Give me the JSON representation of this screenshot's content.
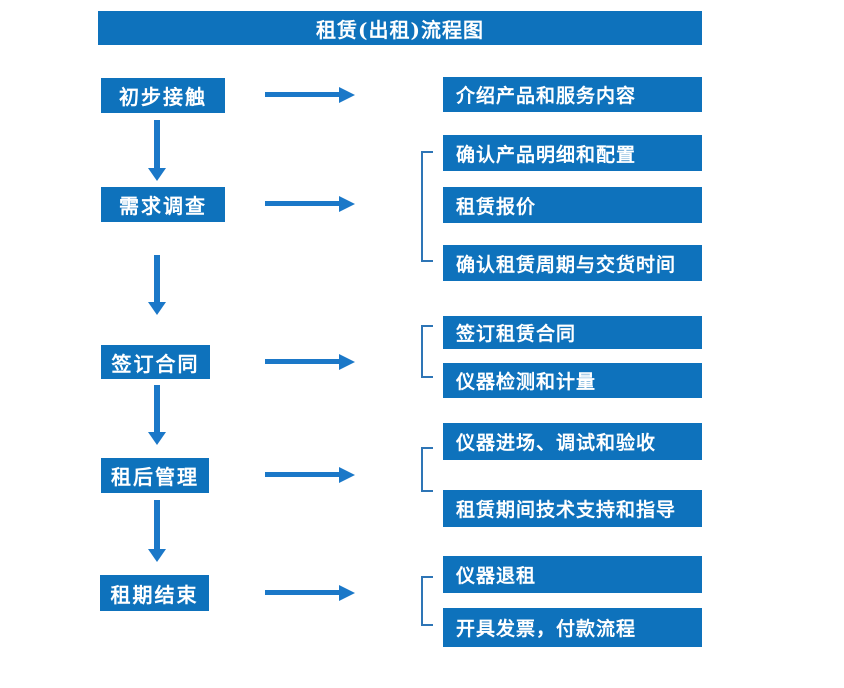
{
  "title": "租赁(出租)流程图",
  "colors": {
    "box": "#0E72BC",
    "arrow": "#1B78C8",
    "bracket": "#2E75B6",
    "text": "#FFFFFF"
  },
  "rows": [
    {
      "step": "初步接触",
      "items": [
        "介绍产品和服务内容"
      ]
    },
    {
      "step": "需求调查",
      "items": [
        "确认产品明细和配置",
        "租赁报价",
        "确认租赁周期与交货时间"
      ]
    },
    {
      "step": "签订合同",
      "items": [
        "签订租赁合同",
        "仪器检测和计量"
      ]
    },
    {
      "step": "租后管理",
      "items": [
        "仪器进场、调试和验收",
        "租赁期间技术支持和指导"
      ]
    },
    {
      "step": "租期结束",
      "items": [
        "仪器退租",
        "开具发票，付款流程"
      ]
    }
  ]
}
